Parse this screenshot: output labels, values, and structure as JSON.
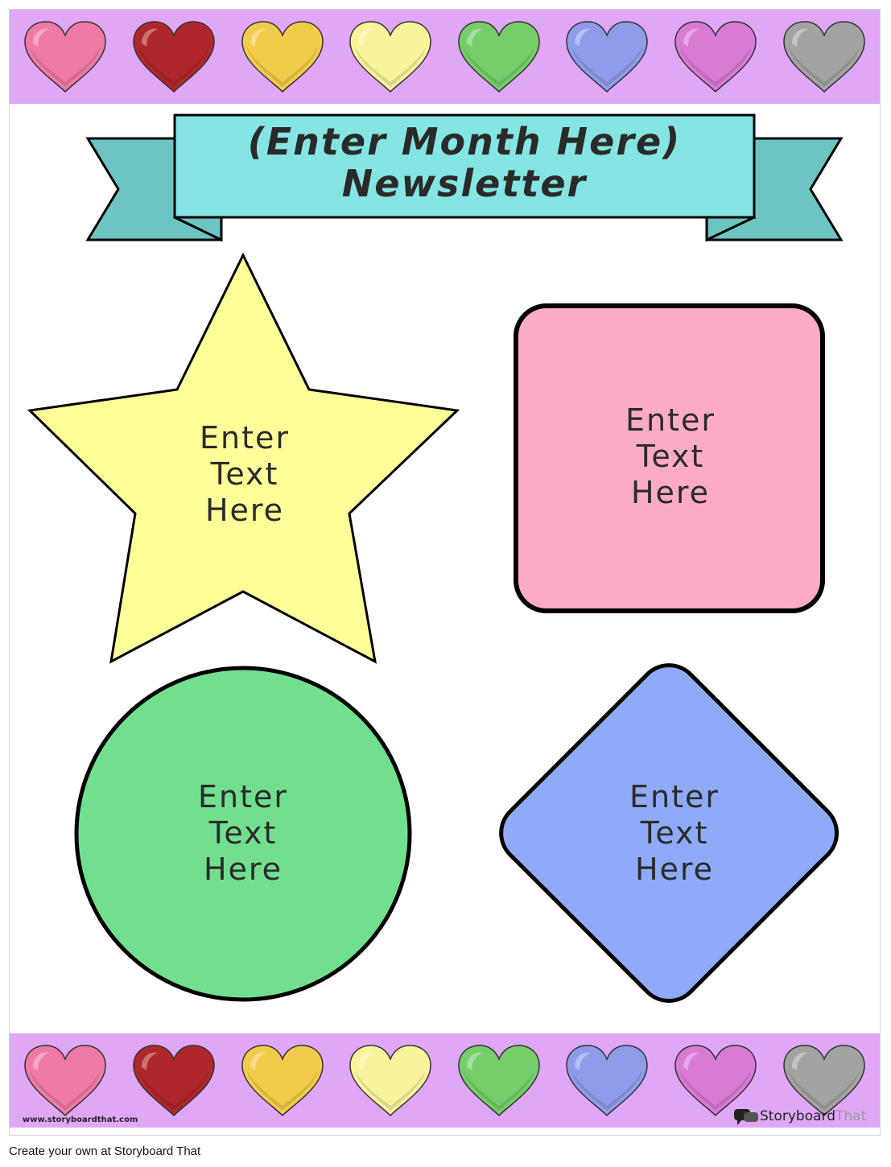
{
  "heading": {
    "line1": "(Enter Month Here)",
    "line2": "Newsletter"
  },
  "colors": {
    "band": "#dfa7f6",
    "ribbon_front": "#84e5e2",
    "ribbon_tail": "#6dc5c3",
    "star": "#fefe99",
    "rounded_square": "#feacc6",
    "circle": "#72df8f",
    "diamond": "#8faaf8",
    "outline": "#000000",
    "hearts": [
      "#f07aa6",
      "#b0272b",
      "#f3cb4a",
      "#f9f39c",
      "#76ce6a",
      "#8e9ce9",
      "#d97ad5",
      "#a3a3a3"
    ]
  },
  "shapes": {
    "star": {
      "icon": "star-shape",
      "lines": [
        "Enter",
        "Text",
        "Here"
      ]
    },
    "rounded_square": {
      "icon": "rounded-square-shape",
      "lines": [
        "Enter",
        "Text",
        "Here"
      ]
    },
    "circle": {
      "icon": "circle-shape",
      "lines": [
        "Enter",
        "Text",
        "Here"
      ]
    },
    "diamond": {
      "icon": "diamond-shape",
      "lines": [
        "Enter",
        "Text",
        "Here"
      ]
    }
  },
  "footer": {
    "site_url": "www.storyboardthat.com",
    "logo_main": "Storyboard",
    "logo_accent": "That",
    "caption": "Create your own at Storyboard That"
  }
}
